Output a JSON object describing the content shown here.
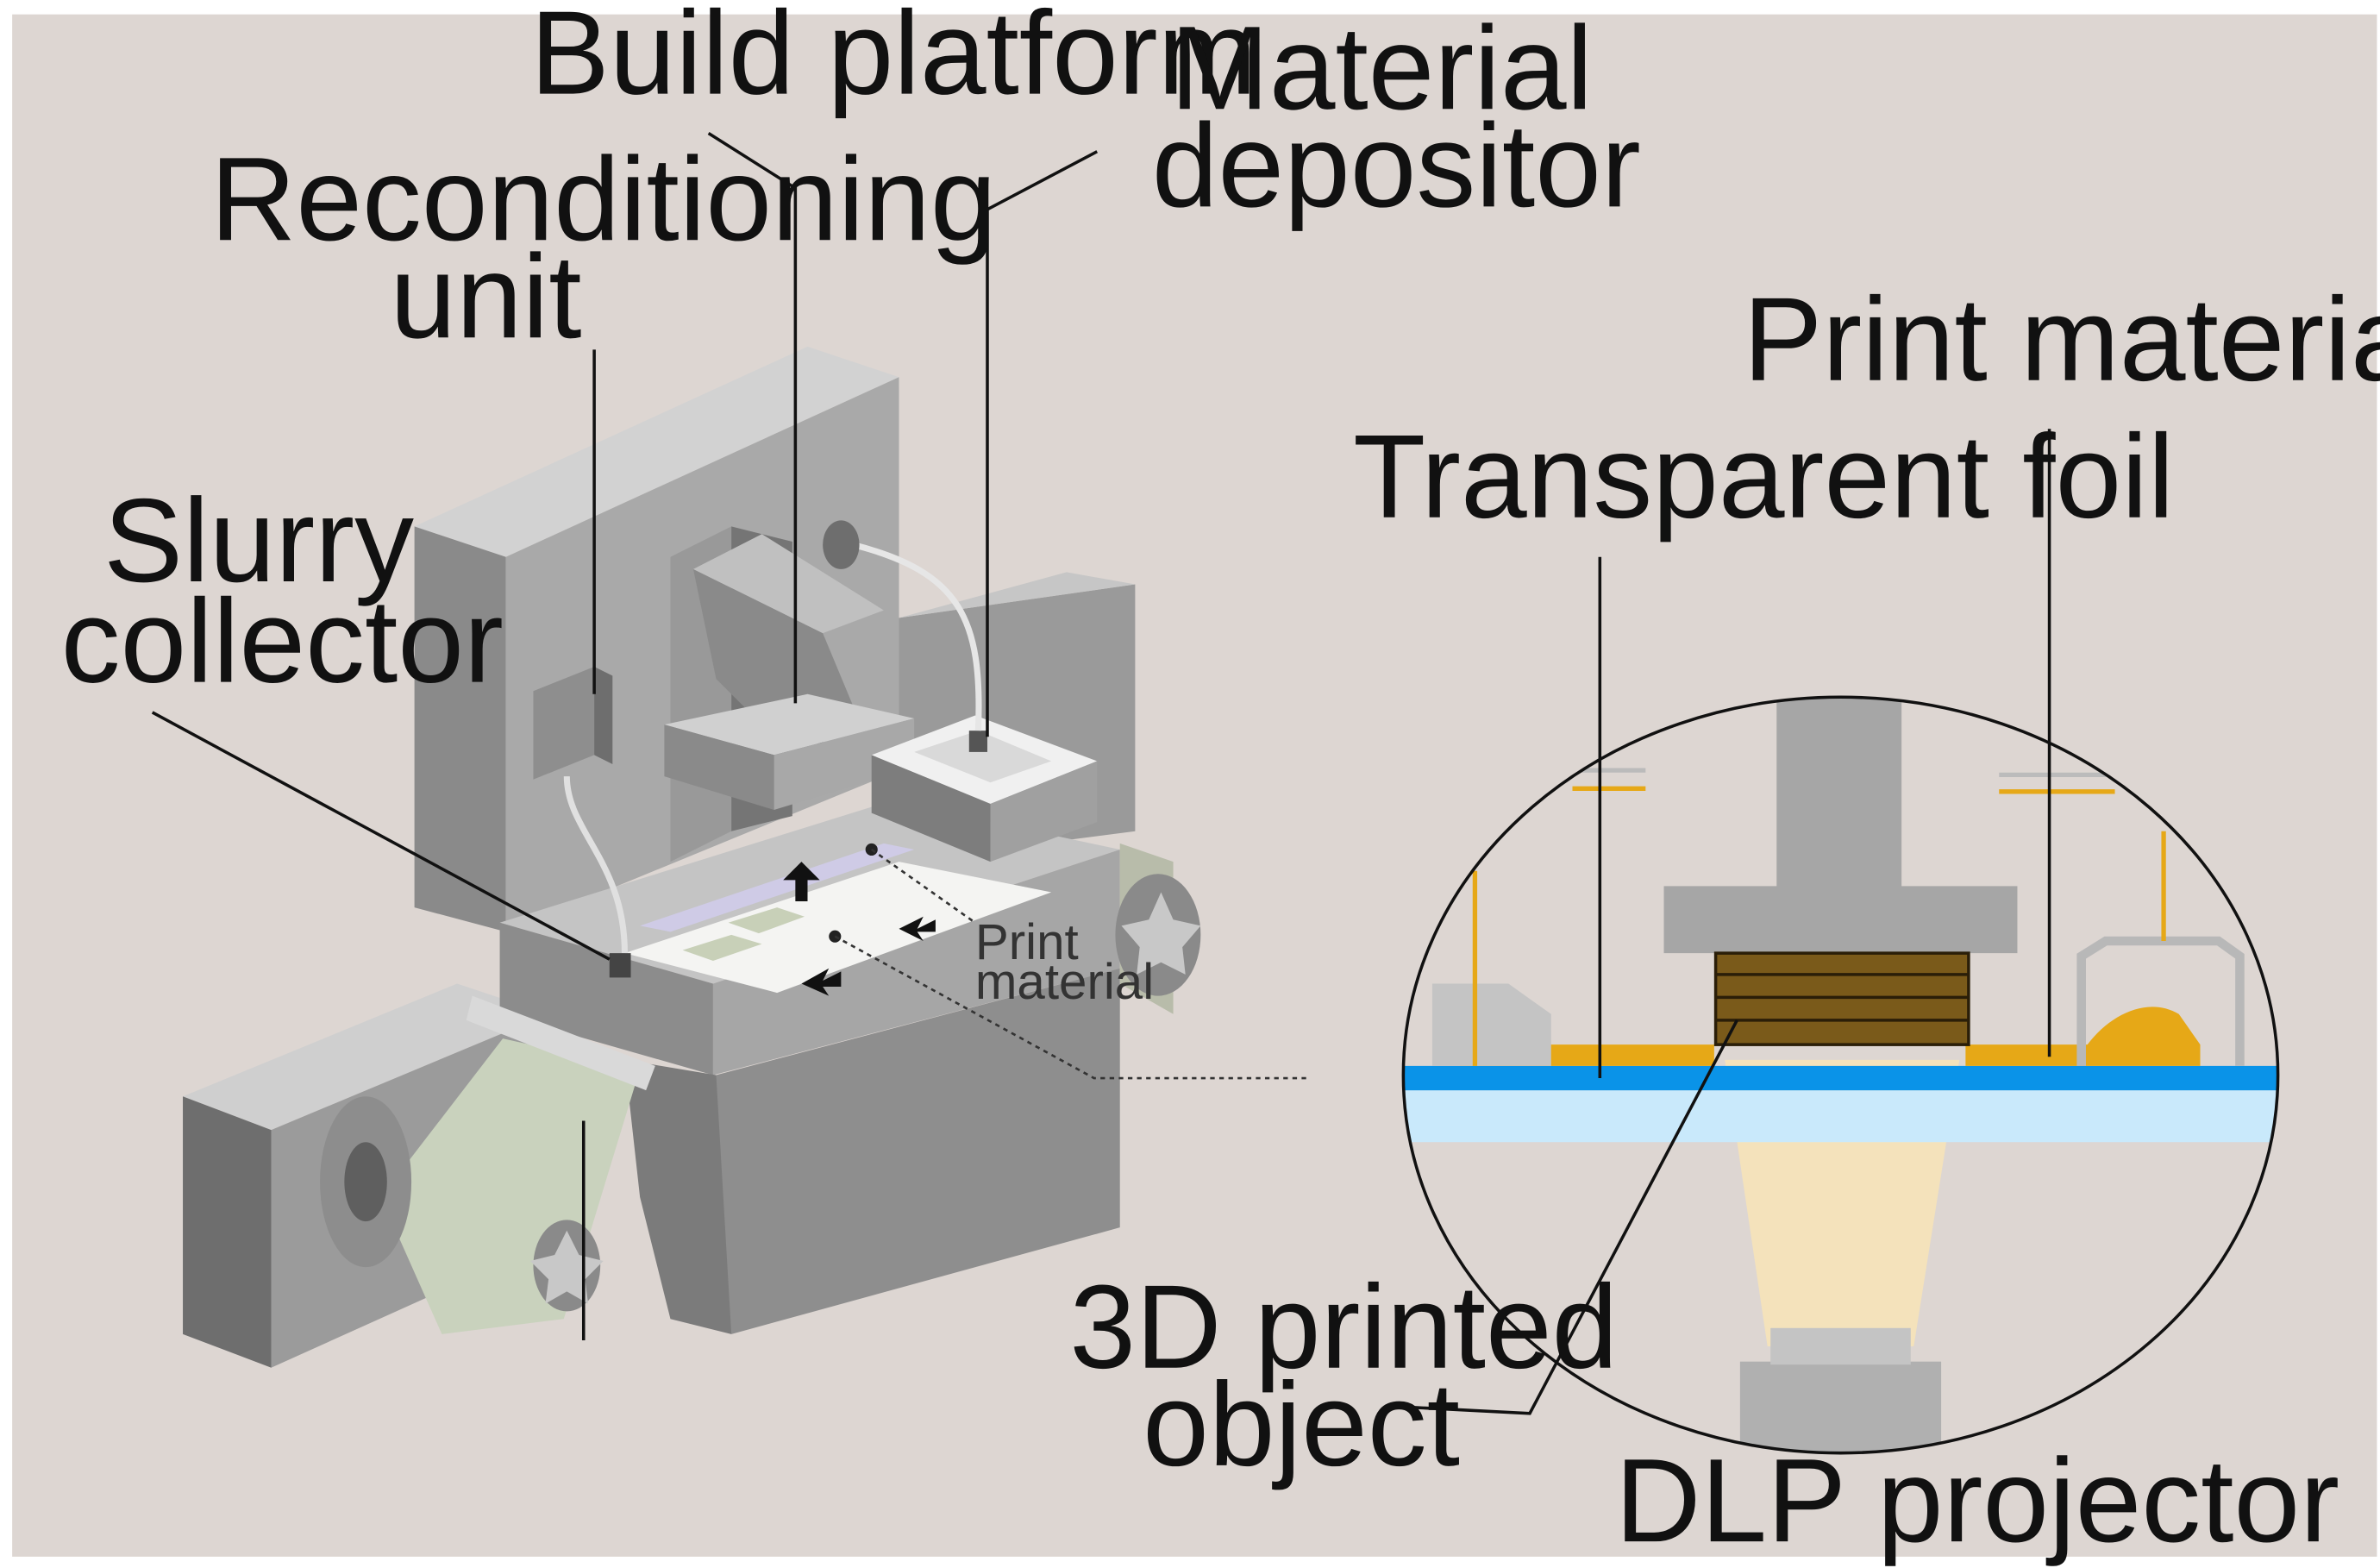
{
  "colors": {
    "background": "#ddd6d2",
    "machine_light": "#c9c9c9",
    "machine_mid": "#a3a3a3",
    "machine_dark": "#6f6f6f",
    "foil_green": "#c9d2bd",
    "print_material_orange": "#e6a817",
    "transparent_foil_blue": "#0a93e8",
    "glass_light_blue": "#c9e9fb",
    "light_beam": "#f6e3b8",
    "printed_object_brown": "#7a5a1a"
  },
  "icons": [
    "arrow-up-icon",
    "arrow-down-icon",
    "arrow-left-icon",
    "star-knob-icon"
  ],
  "labels": {
    "build_platform": "Build platform",
    "material_depositor_line1": "Material",
    "material_depositor_line2": "depositor",
    "reconditioning_unit_line1": "Reconditioning",
    "reconditioning_unit_line2": "unit",
    "slurry_collector_line1": "Slurry",
    "slurry_collector_line2": "collector",
    "print_material_small_line1": "Print",
    "print_material_small_line2": "material",
    "print_material": "Print material",
    "transparent_foil": "Transparent foil",
    "printed_object_line1": "3D printed",
    "printed_object_line2": "object",
    "dlp_projector": "DLP projector"
  }
}
